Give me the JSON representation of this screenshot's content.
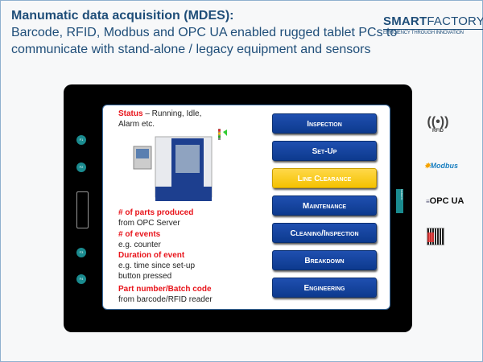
{
  "header": {
    "title": "Manumatic data acquisition (MDES):",
    "line2": "Barcode, RFID, Modbus and OPC UA enabled rugged tablet PCs to",
    "line3": "communicate with stand-alone / legacy equipment and sensors"
  },
  "logo": {
    "smart": "SMART",
    "factory": "FACTORY",
    "tagline": "EFFICIENCY THROUGH INNOVATION"
  },
  "tablet": {
    "side_buttons": [
      "F1",
      "F2",
      "F3",
      "F4"
    ],
    "brand_tab": "SIEMENS"
  },
  "info": [
    {
      "label": "Status",
      "desc": " – Running, Idle,",
      "desc2": "Alarm etc."
    },
    {
      "label": "# of parts produced",
      "desc": "from OPC Server"
    },
    {
      "label": "# of events",
      "desc": "e.g. counter"
    },
    {
      "label": "Duration of event",
      "desc": "e.g. time since set-up",
      "desc2": "button pressed"
    },
    {
      "label": "Part number/Batch code",
      "desc": "from barcode/RFID reader"
    }
  ],
  "buttons": [
    "Inspection",
    "Set-Up",
    "Line Clearance",
    "Maintenance",
    "Cleaning/Inspection",
    "Breakdown",
    "Engineering"
  ],
  "selected_button": "Line Clearance",
  "protocols": {
    "rfid": "RFID",
    "modbus": "Modbus",
    "opcua": "OPC UA"
  }
}
